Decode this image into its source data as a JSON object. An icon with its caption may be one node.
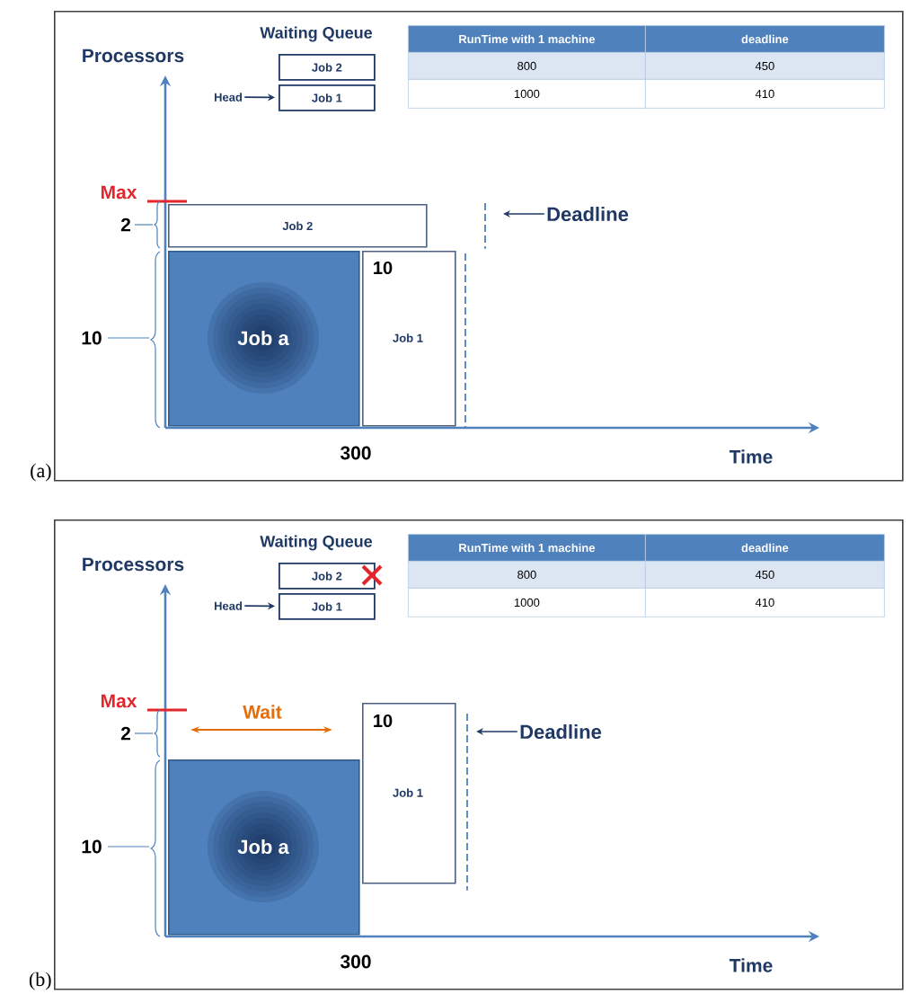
{
  "diagram": {
    "nodes": [
      {
        "text": [],
        "shape": "box",
        "beside": [
          "(a)"
        ]
      },
      {
        "text": [
          "Job 2"
        ],
        "in": 0
      },
      {
        "text": [
          "Job 1"
        ],
        "in": 0
      },
      {
        "text": [
          "Head"
        ],
        "in": 0
      },
      {
        "text": [
          "Job a"
        ],
        "in": 0
      },
      {
        "text": [
          "Job 2"
        ],
        "in": 0
      },
      {
        "text": [
          "10",
          "Job 1"
        ],
        "in": 0
      },
      {
        "text": [
          "Deadline"
        ],
        "in": 0
      },
      {
        "text": [],
        "shape": "line",
        "in": 0
      },
      {
        "text": [],
        "shape": "box",
        "beside": [
          "(b)"
        ]
      },
      {
        "text": [
          "Job 2"
        ],
        "in": 9
      },
      {
        "text": [
          "Job 1"
        ],
        "in": 9
      },
      {
        "text": [
          "Head"
        ],
        "in": 9
      },
      {
        "text": [
          "Job a"
        ],
        "in": 9
      },
      {
        "text": [
          "10",
          "Job 1"
        ],
        "in": 9
      },
      {
        "text": [
          "Deadline"
        ],
        "in": 9
      },
      {
        "text": [],
        "shape": "line",
        "in": 9
      }
    ],
    "edges": [
      {
        "from": 3,
        "to": 2,
        "arrow": "to"
      },
      {
        "from": 7,
        "to": 8,
        "arrow": "to"
      },
      {
        "from": 12,
        "to": 11,
        "arrow": "to"
      },
      {
        "from": 15,
        "to": 16,
        "arrow": "to"
      }
    ],
    "labels": [
      "Waiting Queue",
      "Processors",
      "RunTime with 1 machine",
      "deadline",
      "800",
      "450",
      "1000",
      "410",
      "Max",
      "2",
      "10",
      "300",
      "Time",
      "Waiting Queue",
      "Processors",
      "RunTime with 1 machine",
      "deadline",
      "800",
      "450",
      "1000",
      "410",
      "Max",
      "Wait",
      "2",
      "10",
      "300",
      "Time"
    ]
  }
}
